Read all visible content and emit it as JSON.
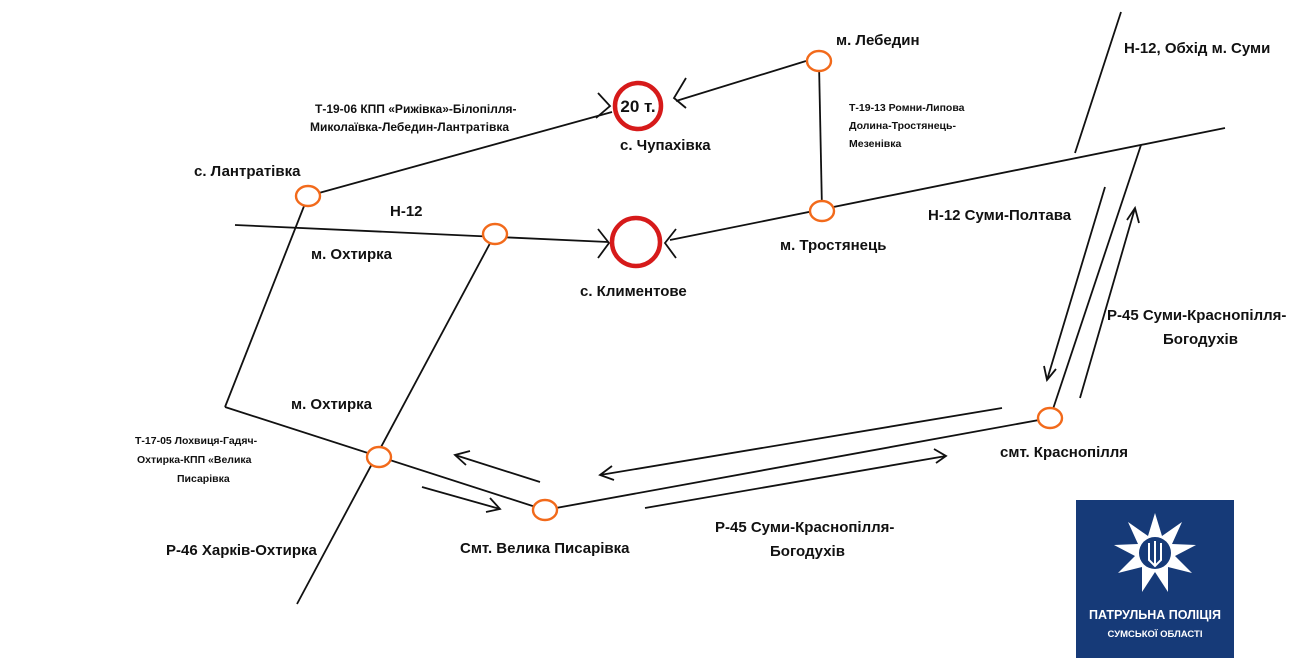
{
  "map": {
    "towns": {
      "lebedyn": "м. Лебедин",
      "chupakhivka": "с. Чупахівка",
      "lantrativka": "с. Лантратівка",
      "okhtyrka_upper": "м. Охтирка",
      "klymentove": "с. Климентове",
      "trostianets": "м. Тростянець",
      "okhtyrka_lower": "м. Охтирка",
      "velyka_pysarivka": "Смт. Велика Писарівка",
      "krasnopillia": "смт. Краснопілля"
    },
    "restriction_sign": "20 т.",
    "roads": {
      "t1906_line1": "Т-19-06 КПП «Рижівка»-Білопілля-",
      "t1906_line2": "Миколаївка-Лебедин-Лантратівка",
      "t1913_line1": "Т-19-13 Ромни-Липова",
      "t1913_line2": "Долина-Тростянець-",
      "t1913_line3": "Мезенівка",
      "n12": "Н-12",
      "n12_bypass": "Н-12, Обхід м. Суми",
      "n12_sumy_poltava": "Н-12 Суми-Полтава",
      "p45_right_line1": "Р-45 Суми-Краснопілля-",
      "p45_right_line2": "Богодухів",
      "p45_bottom_line1": "Р-45 Суми-Краснопілля-",
      "p45_bottom_line2": "Богодухів",
      "t1705_line1": "Т-17-05 Лохвиця-Гадяч-",
      "t1705_line2": "Охтирка-КПП «Велика",
      "t1705_line3": "Писарівка",
      "p46": "Р-46 Харків-Охтирка"
    }
  },
  "logo": {
    "line1": "ПАТРУЛЬНА ПОЛІЦІЯ",
    "line2": "СУМСЬКОЇ ОБЛАСТІ"
  },
  "colors": {
    "node_stroke": "#f26a1b",
    "closure_ring": "#d61a1a",
    "logo_background": "#163a78"
  }
}
